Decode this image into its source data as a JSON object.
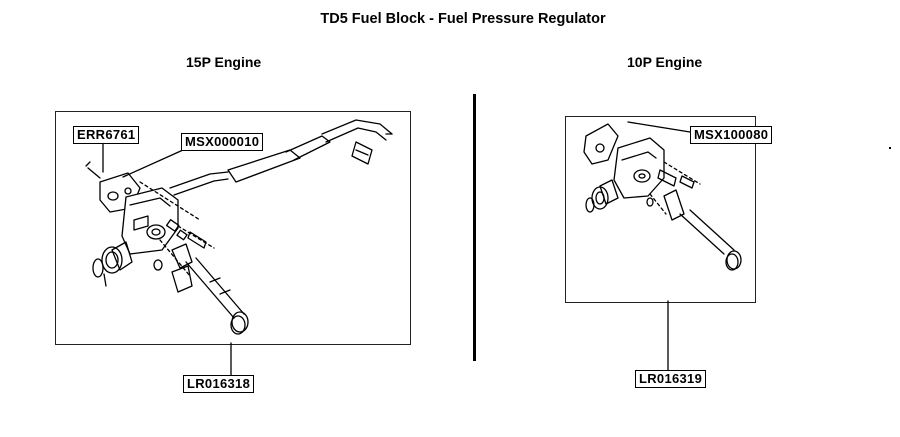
{
  "title": "TD5 Fuel Block - Fuel Pressure Regulator",
  "left_panel": {
    "engine": "15P Engine",
    "parts": [
      "ERR6761",
      "MSX000010"
    ],
    "assembly_part": "LR016318"
  },
  "right_panel": {
    "engine": "10P Engine",
    "parts": [
      "MSX100080"
    ],
    "assembly_part": "LR016319"
  },
  "colors": {
    "line": "#000000",
    "background": "#ffffff"
  }
}
